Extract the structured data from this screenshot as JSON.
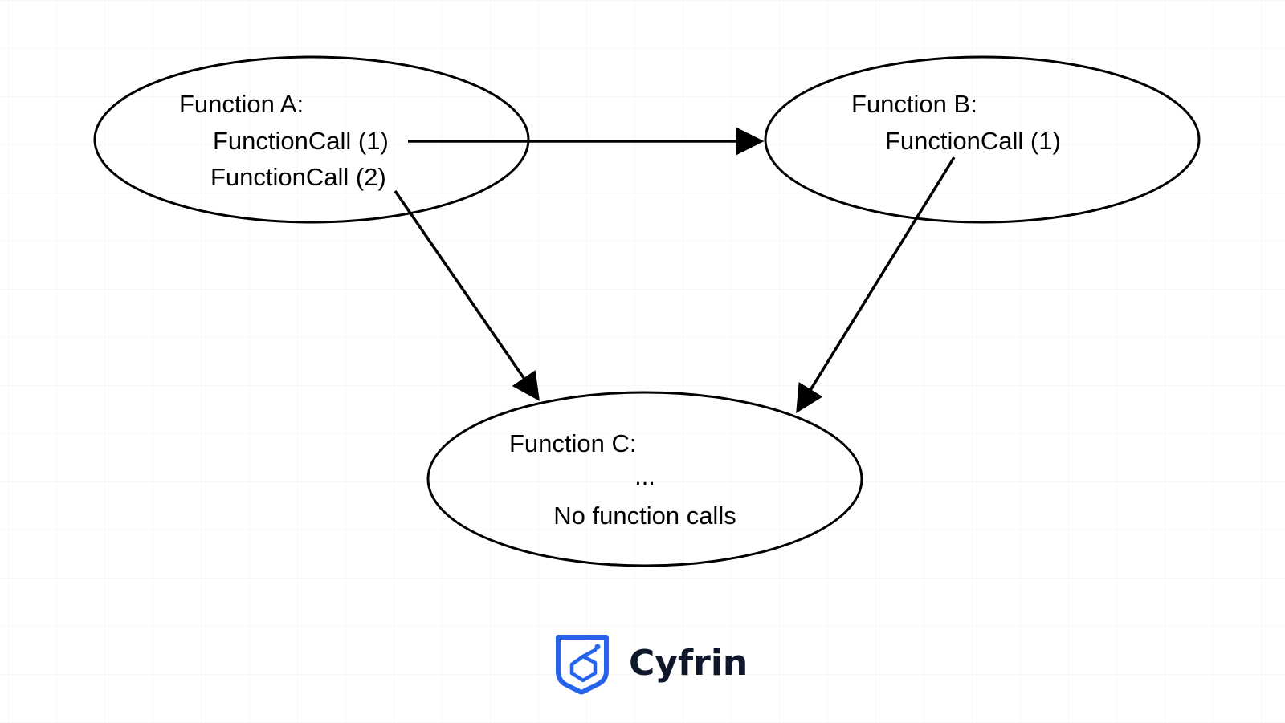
{
  "diagram": {
    "nodes": [
      {
        "id": "function-a",
        "title": "Function A:",
        "lines": [
          "FunctionCall (1)",
          "FunctionCall (2)"
        ]
      },
      {
        "id": "function-b",
        "title": "Function B:",
        "lines": [
          "FunctionCall (1)"
        ]
      },
      {
        "id": "function-c",
        "title": "Function C:",
        "lines": [
          "...",
          "No function calls"
        ]
      }
    ],
    "edges": [
      {
        "from": "function-a",
        "label_source": "FunctionCall (1)",
        "to": "function-b"
      },
      {
        "from": "function-a",
        "label_source": "FunctionCall (2)",
        "to": "function-c"
      },
      {
        "from": "function-b",
        "label_source": "FunctionCall (1)",
        "to": "function-c"
      }
    ]
  },
  "brand": {
    "name": "Cyfrin",
    "icon": "shield-icon",
    "color": "#2563eb",
    "text_color": "#0f172a"
  }
}
